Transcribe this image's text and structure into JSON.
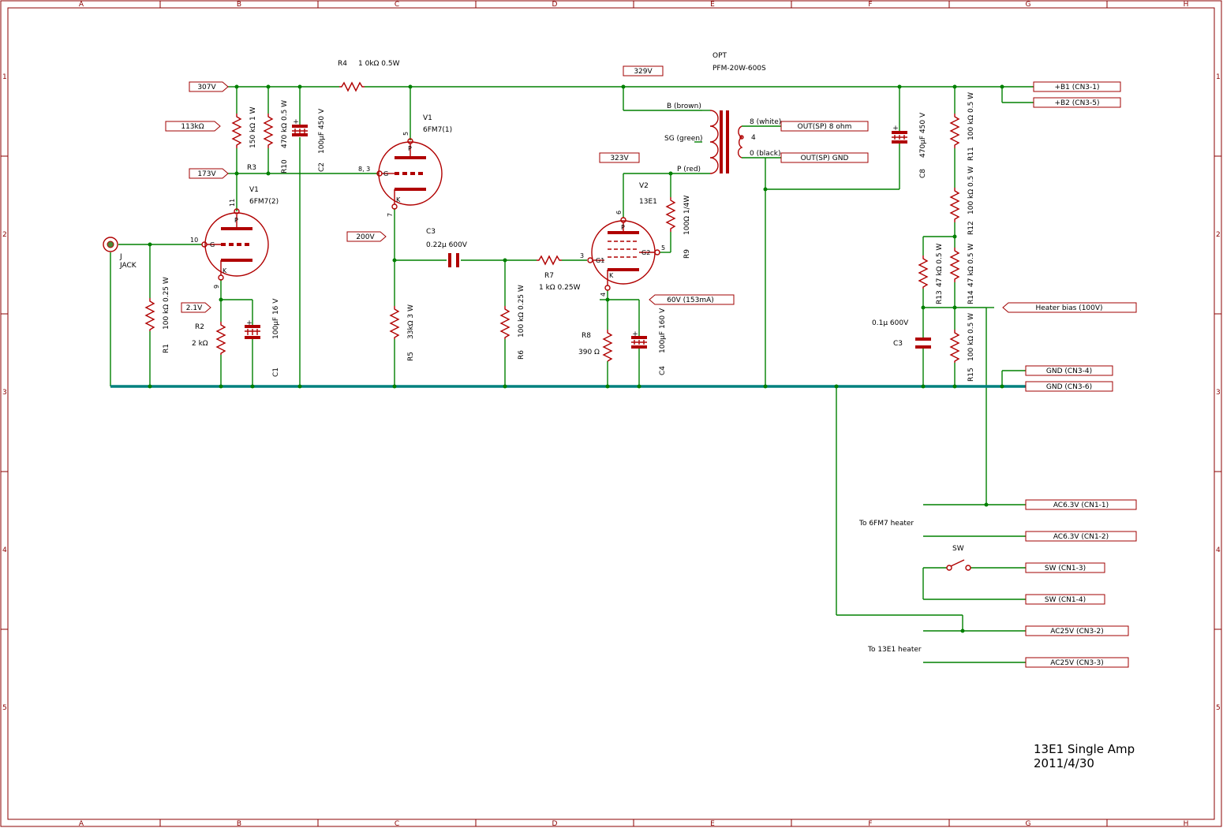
{
  "title_block": {
    "title": "13E1 Single Amp",
    "date": "2011/4/30"
  },
  "frame": {
    "columns": [
      "A",
      "B",
      "C",
      "D",
      "E",
      "F",
      "G",
      "H"
    ],
    "rows": [
      "1",
      "2",
      "3",
      "4",
      "5"
    ]
  },
  "net_labels": {
    "v307": "307V",
    "k113": "113kΩ",
    "v173": "173V",
    "v200": "200V",
    "v21": "2.1V",
    "v329": "329V",
    "v323": "323V",
    "v60": "60V (153mA)",
    "b1": "+B1 (CN3-1)",
    "b2": "+B2 (CN3-5)",
    "out8": "OUT(SP) 8 ohm",
    "outgnd": "OUT(SP)   GND",
    "heaterbias": "Heater bias (100V)",
    "gnd4": "GND (CN3-4)",
    "gnd6": "GND (CN3-6)",
    "ac631": "AC6.3V (CN1-1)",
    "ac632": "AC6.3V (CN1-2)",
    "sw3": "SW (CN1-3)",
    "sw4": "SW (CN1-4)",
    "ac252": "AC25V (CN3-2)",
    "ac253": "AC25V (CN3-3)"
  },
  "components": {
    "r1": {
      "ref": "R1",
      "value": "100 kΩ  0.25 W"
    },
    "r2": {
      "ref": "R2",
      "value": "2 kΩ"
    },
    "r3": {
      "ref": "R3",
      "value": "150 kΩ  1 W"
    },
    "r4": {
      "ref": "R4",
      "value": "1 0kΩ  0.5W"
    },
    "r5": {
      "ref": "R5",
      "value": "33kΩ 3 W"
    },
    "r6": {
      "ref": "R6",
      "value": "100 kΩ  0.25 W"
    },
    "r7": {
      "ref": "R7",
      "value": "1 kΩ  0.25W"
    },
    "r8": {
      "ref": "R8",
      "value": "390 Ω"
    },
    "r9": {
      "ref": "R9",
      "value": "100Ω  1/4W"
    },
    "r10": {
      "ref": "R10",
      "value": "470 kΩ  0.5 W"
    },
    "r11": {
      "ref": "R11",
      "value": "100 kΩ  0.5 W"
    },
    "r12": {
      "ref": "R12",
      "value": "100 kΩ  0.5 W"
    },
    "r13": {
      "ref": "R13",
      "value": "47 kΩ  0.5 W"
    },
    "r14": {
      "ref": "R14",
      "value": "47 kΩ  0.5 W"
    },
    "r15": {
      "ref": "R15",
      "value": "100 kΩ  0.5 W"
    },
    "c1": {
      "ref": "C1",
      "value": "100µF   16 V"
    },
    "c2": {
      "ref": "C2",
      "value": "100µF   450 V"
    },
    "c3": {
      "ref": "C3",
      "value": "0.22µ 600V"
    },
    "c3b": {
      "ref": "C3",
      "value": "0.1µ 600V"
    },
    "c4": {
      "ref": "C4",
      "value": "100µF   160 V"
    },
    "c8": {
      "ref": "C8",
      "value": "470µF   450 V"
    },
    "v1a": {
      "ref": "V1",
      "value": "6FM7(2)"
    },
    "v1b": {
      "ref": "V1",
      "value": "6FM7(1)"
    },
    "v2": {
      "ref": "V2",
      "value": "13E1"
    },
    "jack": {
      "ref": "J",
      "value": "JACK"
    },
    "opt": {
      "ref": "OPT",
      "value": "PFM-20W-600S"
    },
    "sw": {
      "ref": "SW"
    }
  },
  "pins": {
    "v1a_p": "P",
    "v1a_g": "G",
    "v1a_k": "K",
    "v1a_11": "11",
    "v1a_10": "10",
    "v1a_9": "9",
    "v1b_p": "P",
    "v1b_g": "G",
    "v1b_k": "K",
    "v1b_5": "5",
    "v1b_83": "8, 3",
    "v1b_7": "7",
    "v2_p": "P",
    "v2_g1": "G1",
    "v2_g2": "G2",
    "v2_k": "K",
    "v2_6": "6",
    "v2_3": "3",
    "v2_5": "5",
    "v2_4": "4",
    "opt_b": "B (brown)",
    "opt_sg": "SG (green)",
    "opt_p": "P (red)",
    "opt_8": "8 (white)",
    "opt_4": "4",
    "opt_0": "0 (black)",
    "plus": "+"
  },
  "notes": {
    "heater_6fm7": "To 6FM7 heater",
    "heater_13e1": "To 13E1 heater"
  },
  "colors": {
    "wire": "#008000",
    "ground_bus": "#00807e",
    "component": "#b00000",
    "frame": "#8b0000"
  }
}
